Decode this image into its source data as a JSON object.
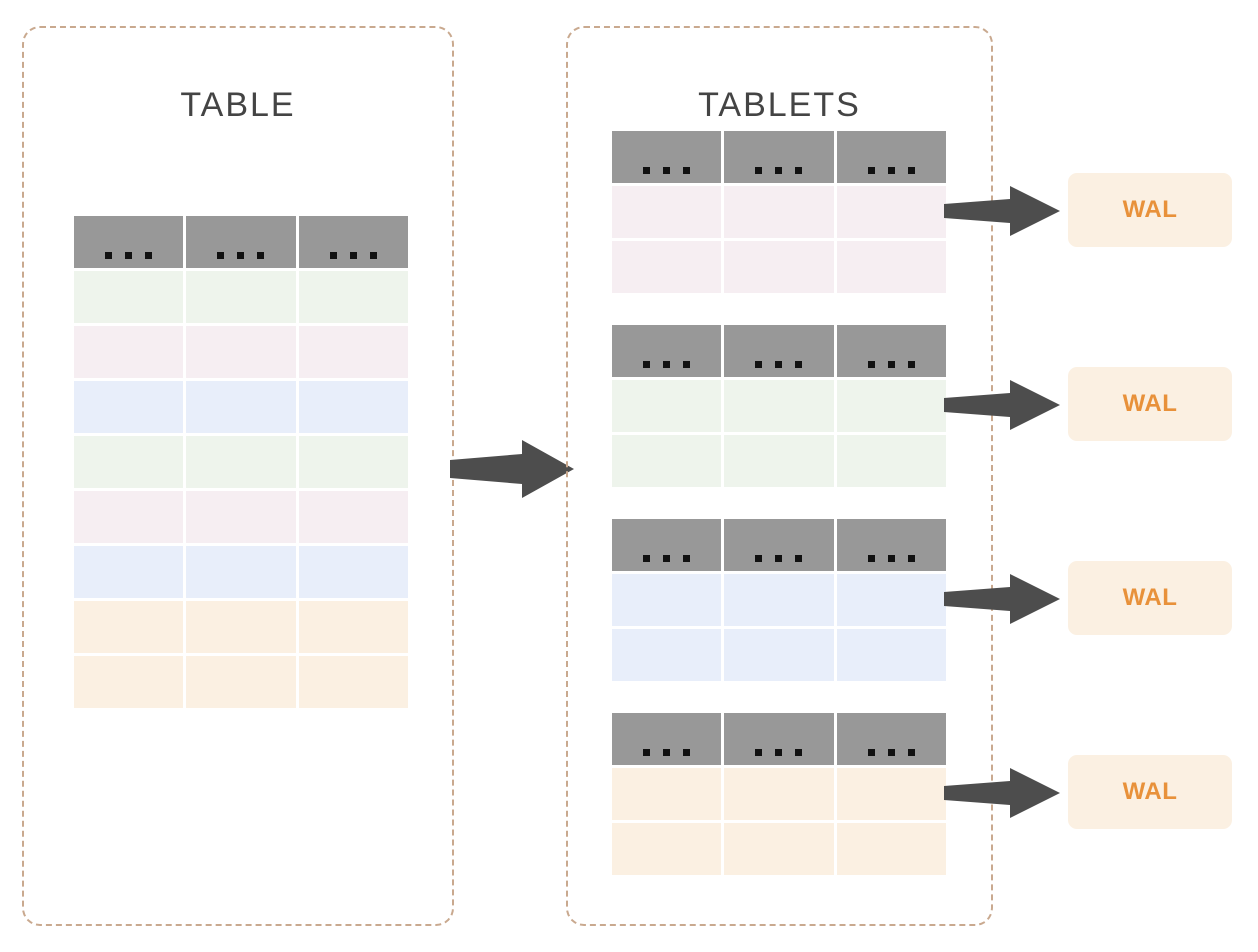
{
  "diagram": {
    "title_left": "TABLE",
    "title_right": "TABLETS",
    "cell_placeholder": "...",
    "wal_label": "WAL"
  },
  "colors": {
    "header_gray": "#989898",
    "dash_border": "#c9a98f",
    "arrow_gray": "#4d4d4d",
    "green": "#eef4ec",
    "pink": "#f6eef2",
    "blue": "#e8eefa",
    "orange": "#fbf0e2",
    "wal_text": "#e8913a",
    "wal_bg": "#fbf0e2",
    "title_text": "#444444"
  },
  "table": {
    "label": "TABLE",
    "columns": 3,
    "header": {
      "type": "header",
      "cells": [
        "...",
        "...",
        "..."
      ]
    },
    "rows": [
      {
        "tint": "green",
        "cells": [
          "",
          "",
          ""
        ]
      },
      {
        "tint": "pink",
        "cells": [
          "",
          "",
          ""
        ]
      },
      {
        "tint": "blue",
        "cells": [
          "",
          "",
          ""
        ]
      },
      {
        "tint": "green",
        "cells": [
          "",
          "",
          ""
        ]
      },
      {
        "tint": "pink",
        "cells": [
          "",
          "",
          ""
        ]
      },
      {
        "tint": "blue",
        "cells": [
          "",
          "",
          ""
        ]
      },
      {
        "tint": "orange",
        "cells": [
          "",
          "",
          ""
        ]
      },
      {
        "tint": "orange",
        "cells": [
          "",
          "",
          ""
        ]
      }
    ]
  },
  "tablets": {
    "label": "TABLETS",
    "items": [
      {
        "index": 1,
        "tint": "pink",
        "header_cells": [
          "...",
          "...",
          "..."
        ],
        "data_rows": 2,
        "wal_label": "WAL"
      },
      {
        "index": 2,
        "tint": "green",
        "header_cells": [
          "...",
          "...",
          "..."
        ],
        "data_rows": 2,
        "wal_label": "WAL"
      },
      {
        "index": 3,
        "tint": "blue",
        "header_cells": [
          "...",
          "...",
          "..."
        ],
        "data_rows": 2,
        "wal_label": "WAL"
      },
      {
        "index": 4,
        "tint": "orange",
        "header_cells": [
          "...",
          "...",
          "..."
        ],
        "data_rows": 2,
        "wal_label": "WAL"
      }
    ]
  },
  "arrows": {
    "main": {
      "from": "table",
      "to": "tablets",
      "direction": "right"
    },
    "wal": [
      {
        "from": "tablet-1",
        "to": "wal-1",
        "direction": "right"
      },
      {
        "from": "tablet-2",
        "to": "wal-2",
        "direction": "right"
      },
      {
        "from": "tablet-3",
        "to": "wal-3",
        "direction": "right"
      },
      {
        "from": "tablet-4",
        "to": "wal-4",
        "direction": "right"
      }
    ]
  }
}
